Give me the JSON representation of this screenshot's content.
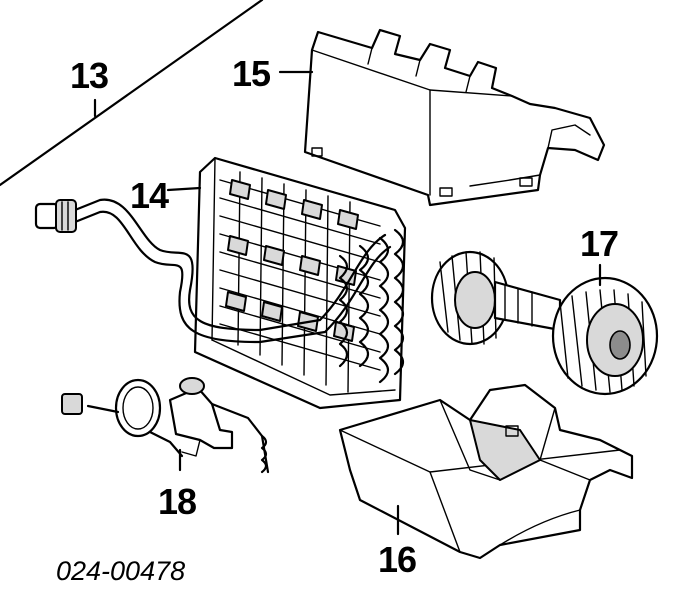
{
  "diagram": {
    "callouts": {
      "p13": "13",
      "p14": "14",
      "p15": "15",
      "p16": "16",
      "p17": "17",
      "p18": "18"
    },
    "drawing_code": "024-00478"
  }
}
